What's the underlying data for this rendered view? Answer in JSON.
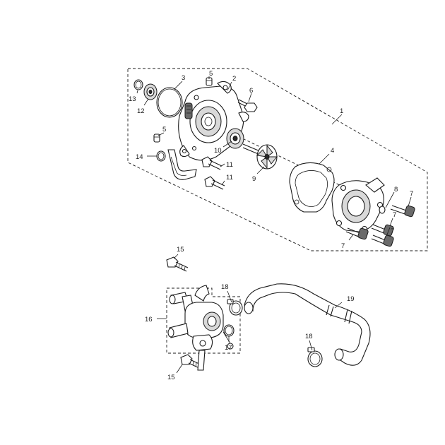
{
  "callouts": {
    "c1": "1",
    "c2": "2",
    "c3": "3",
    "c4": "4",
    "c5a": "5",
    "c5b": "5",
    "c6": "6",
    "c7a": "7",
    "c7b": "7",
    "c7c": "7",
    "c7d": "7",
    "c8": "8",
    "c9": "9",
    "c10": "10",
    "c11a": "11",
    "c11b": "11",
    "c12": "12",
    "c13": "13",
    "c14": "14",
    "c15a": "15",
    "c15b": "15",
    "c16": "16",
    "c17": "17",
    "c18a": "18",
    "c18b": "18",
    "c19": "19"
  },
  "colors": {
    "line": "#1a1a1a",
    "shade": "#d9d9d9",
    "background": "#ffffff"
  }
}
